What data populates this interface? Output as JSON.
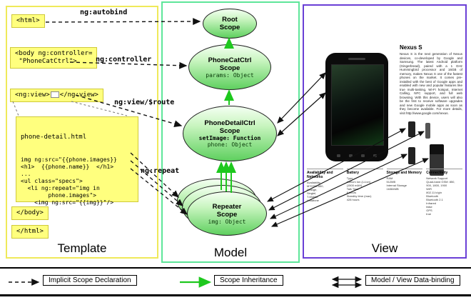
{
  "panels": {
    "template": {
      "title": "Template"
    },
    "model": {
      "title": "Model"
    },
    "view": {
      "title": "View"
    }
  },
  "template_code": {
    "html_open": "<html>",
    "body_open": "<body ng:controller=\n \"PhoneCatCtrl\">",
    "ngview_open": "<ng:view>",
    "ngview_close": "</ng:view>",
    "detail_title": "phone-detail.html",
    "detail_code": "img ng:src=\"{{phone.images}}\n<h1>  {{phone.name}}  </h1>\n...\n<ul class=\"specs\">\n  <li ng:repeat=\"img in\n        phone.images\">\n    <img ng:src=\"{{img}}\"/>\n  </li>\n...",
    "body_close": "</body>",
    "html_close": "</html>"
  },
  "annotations": {
    "autobind": "ng:autobind",
    "controller": "ng:controller",
    "view_route": "ng:view/$route",
    "repeat": "ng:repeat"
  },
  "scopes": {
    "root": {
      "line1": "Root",
      "line2": "Scope"
    },
    "phonecat": {
      "line1": "PhoneCatCtrl",
      "line2": "Scope",
      "prop1": "params: Object"
    },
    "phonedetail": {
      "line1": "PhoneDetailCtrl",
      "line2": "Scope",
      "prop_bold": "setImage: Function",
      "prop1": "phone: Object"
    },
    "repeater": {
      "line1": "Repeater",
      "line2": "Scope",
      "prop1": "img: Object"
    }
  },
  "view": {
    "product_title": "Nexus S",
    "description": "Nexus S is the next generation of Nexus devices, co-developed by Google and Samsung. The latest Android platform (Gingerbread), paired with a 1 GHz Hummingbird processor and 16GB of memory, makes Nexus S one of the fastest phones on the market. It comes pre-installed with the best of Google apps and enabled with new and popular features like true multi-tasking, Wi-Fi hotspot, Internet Calling, NFC support, and full web browsing. With this device, users will also be the first to receive software upgrades and new Google mobile apps as soon as they become available. For more details, visit http://www.google.com/nexus.",
    "specs": [
      {
        "header": "Availability and Networks",
        "body": "Availability\nM7GSM 850,\nOrange,\nSingtel,\nT-Mobile,\nVodafone"
      },
      {
        "header": "Battery",
        "body": "Type\nLithium Ion (Li-Ion)\n(1500 mAH)\nTalk Time\n6 hours\nStandby time (max)\n428 hours"
      },
      {
        "header": "Storage and Memory",
        "body": "RAM\n512MB\nInternal Storage\n16384MB"
      },
      {
        "header": "Connectivity",
        "body": "Network Support\nQuad-band GSM: 850,\n900, 1800, 1900\nWiFi\n802.11 b/g/n\nBluetooth\nBluetooth 2.1\nInfrared\nfalse\nGPS\ntrue"
      }
    ]
  },
  "legend": {
    "implicit": "Implicit Scope Declaration",
    "inheritance": "Scope Inheritance",
    "databinding": "Model / View Data-binding"
  },
  "colors": {
    "scope_green": "#5fd05f",
    "arrow_green": "#1ec81e",
    "template_border": "#efe95a",
    "model_border": "#5ee69a",
    "view_border": "#6a3fd6",
    "codebox_yellow": "#ffff7e"
  }
}
